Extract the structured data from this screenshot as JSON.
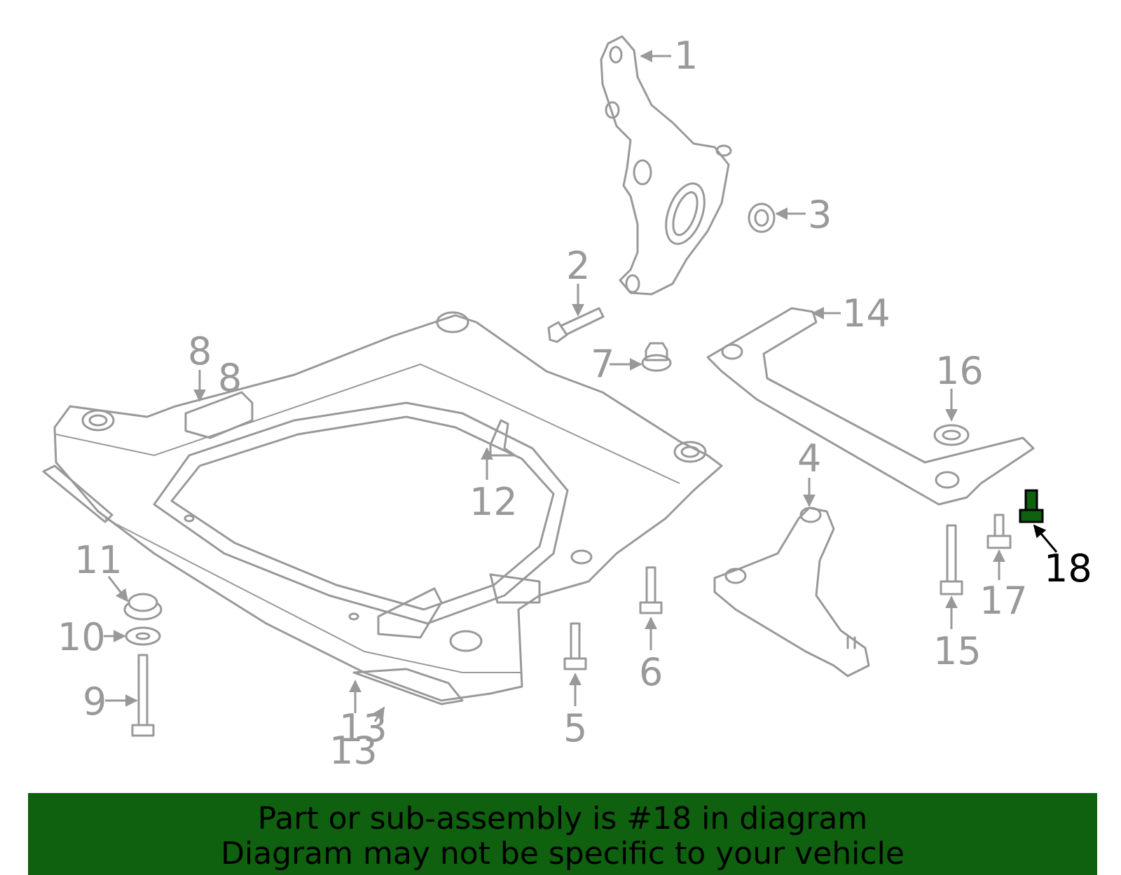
{
  "callouts": {
    "c1": "1",
    "c2": "2",
    "c3": "3",
    "c4": "4",
    "c5": "5",
    "c6": "6",
    "c7": "7",
    "c8a": "8",
    "c8b": "8",
    "c9": "9",
    "c10": "10",
    "c11": "11",
    "c12": "12",
    "c13a": "13",
    "c13b": "13",
    "c14": "14",
    "c15": "15",
    "c16": "16",
    "c17": "17",
    "c18": "18"
  },
  "highlighted_part": "18",
  "colors": {
    "line_art": "#999999",
    "highlight": "#000000",
    "banner_bg": "#0f600f",
    "highlight_part_fill": "#0f600f"
  },
  "banner": {
    "line1": "Part or sub-assembly is #18 in diagram",
    "line2": "Diagram may not be specific to your vehicle"
  }
}
